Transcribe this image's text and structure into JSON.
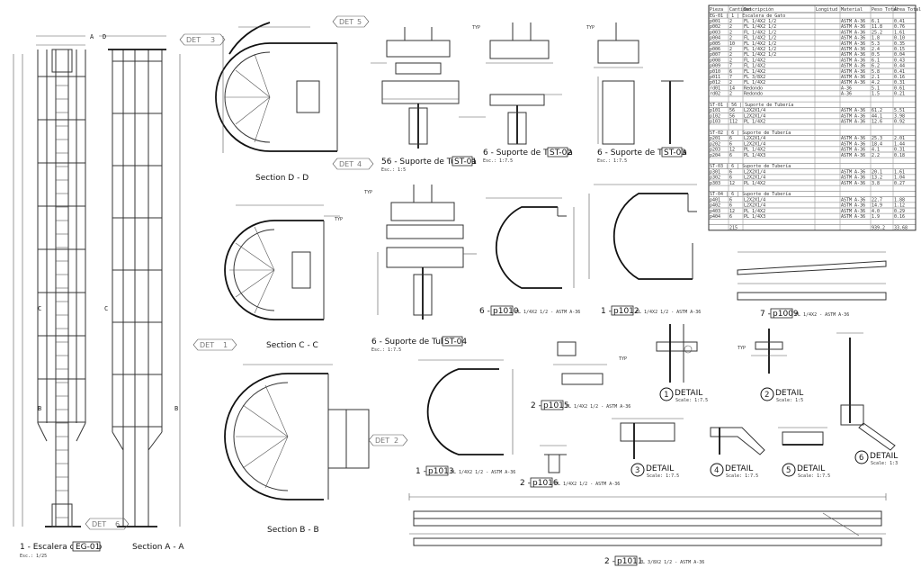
{
  "views": {
    "ladder_front": {
      "caption": "1 - Escalera de Gato",
      "tag": "EG-01",
      "scale": "Esc.: 1/25",
      "mark_a": "A",
      "mark_b": "B",
      "mark_c": "C",
      "det_label": "DET",
      "det_num": "6"
    },
    "section_aa": {
      "caption": "Section A - A",
      "mark_d": "D",
      "mark_b": "B",
      "mark_c": "C"
    },
    "section_dd": {
      "caption": "Section D - D",
      "det_top": "5",
      "det_bottom": "4"
    },
    "section_cc": {
      "caption": "Section C - C"
    },
    "section_bb": {
      "caption": "Section B - B",
      "det_num": "2"
    },
    "det1": {
      "label": "DET",
      "num": "1"
    },
    "det3": {
      "label": "DET",
      "num": "3"
    }
  },
  "supports": {
    "st01": {
      "caption": "56 - Suporte de Tubería",
      "tag": "ST-01",
      "scale": "Esc.: 1:5"
    },
    "st02": {
      "caption": "6 - Suporte de Tubería",
      "tag": "ST-02",
      "scale": "Esc.: 1:7.5"
    },
    "st03": {
      "caption": "6 - Suporte de Tubería",
      "tag": "ST-03",
      "scale": "Esc.: 1:7.5"
    },
    "st04": {
      "caption": "6 - Suporte de Tubería",
      "tag": "ST-04",
      "scale": "Esc.: 1:7.5"
    }
  },
  "plates": {
    "p1010": {
      "qty": "6 -",
      "tag": "p1010",
      "spec": "FL 1/4X2 1/2 - ASTM A-36"
    },
    "p1012": {
      "qty": "1 -",
      "tag": "p1012",
      "spec": "FL 1/4X2 1/2 - ASTM A-36"
    },
    "p1009": {
      "qty": "7 -",
      "tag": "p1009",
      "spec": "FL 1/4X2 - ASTM A-36"
    },
    "p1013": {
      "qty": "1 -",
      "tag": "p1013",
      "spec": "FL 1/4X2 1/2 - ASTM A-36"
    },
    "p1015": {
      "qty": "2 -",
      "tag": "p1015",
      "spec": "FL 1/4X2 1/2 - ASTM A-36"
    },
    "p1016": {
      "qty": "2 -",
      "tag": "p1016",
      "spec": "FL 1/4X2 1/2 - ASTM A-36"
    },
    "p1011": {
      "qty": "2 -",
      "tag": "p1011",
      "spec": "FL 3/8X2 1/2 - ASTM A-36"
    }
  },
  "details": [
    {
      "num": "1",
      "label": "DETAIL",
      "scale": "Scale: 1:7.5"
    },
    {
      "num": "2",
      "label": "DETAIL",
      "scale": "Scale: 1:5"
    },
    {
      "num": "3",
      "label": "DETAIL",
      "scale": "Scale: 1:7.5"
    },
    {
      "num": "4",
      "label": "DETAIL",
      "scale": "Scale: 1:7.5"
    },
    {
      "num": "5",
      "label": "DETAIL",
      "scale": "Scale: 1:7.5"
    },
    {
      "num": "6",
      "label": "DETAIL",
      "scale": "Scale: 1:3"
    }
  ],
  "table": {
    "headers": [
      "Pieza",
      "Cantidad",
      "Descripción",
      "Longitud",
      "Material",
      "Peso Total",
      "Área Total"
    ],
    "groups": [
      {
        "title": "EG-01 | 1 | Escalera de Gato",
        "rows": [
          [
            "p001",
            "2",
            "FL 1/4X2 1/2",
            "",
            "ASTM A-36",
            "6.1",
            "0.41"
          ],
          [
            "p002",
            "2",
            "FL 1/4X2 1/2",
            "",
            "ASTM A-36",
            "11.8",
            "0.76"
          ],
          [
            "p003",
            "2",
            "FL 1/4X2 1/2",
            "",
            "ASTM A-36",
            "25.2",
            "1.61"
          ],
          [
            "p004",
            "2",
            "FL 1/4X2 1/2",
            "",
            "ASTM A-36",
            "1.8",
            "0.10"
          ],
          [
            "p005",
            "10",
            "FL 1/4X2 1/2",
            "",
            "ASTM A-36",
            "5.3",
            "0.35"
          ],
          [
            "p006",
            "2",
            "FL 1/4X2 1/2",
            "",
            "ASTM A-36",
            "2.4",
            "0.15"
          ],
          [
            "p007",
            "2",
            "FL 1/4X2 1/2",
            "",
            "ASTM A-36",
            "0.5",
            "0.04"
          ],
          [
            "p008",
            "2",
            "FL 1/4X2",
            "",
            "ASTM A-36",
            "6.1",
            "0.43"
          ],
          [
            "p009",
            "7",
            "FL 1/4X2",
            "",
            "ASTM A-36",
            "6.2",
            "0.44"
          ],
          [
            "p010",
            "6",
            "FL 1/4X2",
            "",
            "ASTM A-36",
            "5.8",
            "0.41"
          ],
          [
            "p011",
            "7",
            "FL 3/8X2",
            "",
            "ASTM A-36",
            "2.1",
            "0.16"
          ],
          [
            "p012",
            "2",
            "FL 1/4X2",
            "",
            "ASTM A-36",
            "4.2",
            "0.31"
          ],
          [
            "rd01",
            "14",
            "Redondo",
            "",
            "A-36",
            "5.1",
            "0.61"
          ],
          [
            "rd02",
            "2",
            "Redondo",
            "",
            "A-36",
            "1.5",
            "0.21"
          ]
        ]
      },
      {
        "title": "ST-01 | 56 | Suporte de Tubería",
        "rows": [
          [
            "p101",
            "56",
            "L2X2X1/4",
            "",
            "ASTM A-36",
            "61.2",
            "5.51"
          ],
          [
            "p102",
            "56",
            "L2X2X1/4",
            "",
            "ASTM A-36",
            "44.1",
            "3.98"
          ],
          [
            "p103",
            "112",
            "PL 1/4X2",
            "",
            "ASTM A-36",
            "12.6",
            "0.92"
          ]
        ]
      },
      {
        "title": "ST-02 | 6 | Suporte de Tubería",
        "rows": [
          [
            "p201",
            "6",
            "L2X2X1/4",
            "",
            "ASTM A-36",
            "25.3",
            "2.01"
          ],
          [
            "p202",
            "6",
            "L2X2X1/4",
            "",
            "ASTM A-36",
            "18.4",
            "1.44"
          ],
          [
            "p203",
            "12",
            "PL 1/4X2",
            "",
            "ASTM A-36",
            "4.1",
            "0.31"
          ],
          [
            "p204",
            "6",
            "PL 1/4X3",
            "",
            "ASTM A-36",
            "2.2",
            "0.18"
          ]
        ]
      },
      {
        "title": "ST-03 | 6 | Suporte de Tubería",
        "rows": [
          [
            "p301",
            "6",
            "L2X2X1/4",
            "",
            "ASTM A-36",
            "20.1",
            "1.61"
          ],
          [
            "p302",
            "6",
            "L2X2X1/4",
            "",
            "ASTM A-36",
            "13.2",
            "1.04"
          ],
          [
            "p303",
            "12",
            "PL 1/4X2",
            "",
            "ASTM A-36",
            "3.8",
            "0.27"
          ]
        ]
      },
      {
        "title": "ST-04 | 6 | Suporte de Tubería",
        "rows": [
          [
            "p401",
            "6",
            "L2X2X1/4",
            "",
            "ASTM A-36",
            "22.7",
            "1.88"
          ],
          [
            "p402",
            "6",
            "L2X2X1/4",
            "",
            "ASTM A-36",
            "14.9",
            "1.12"
          ],
          [
            "p403",
            "12",
            "PL 1/4X2",
            "",
            "ASTM A-36",
            "4.0",
            "0.29"
          ],
          [
            "p404",
            "6",
            "PL 1/4X3",
            "",
            "ASTM A-36",
            "1.9",
            "0.16"
          ]
        ]
      }
    ],
    "totals": [
      [
        "",
        "215",
        "",
        "",
        "",
        "939.2",
        "33.68"
      ]
    ]
  },
  "tyip": "TYP",
  "colors": {
    "line": "#333333",
    "faint": "#999999",
    "paper": "#ffffff"
  }
}
